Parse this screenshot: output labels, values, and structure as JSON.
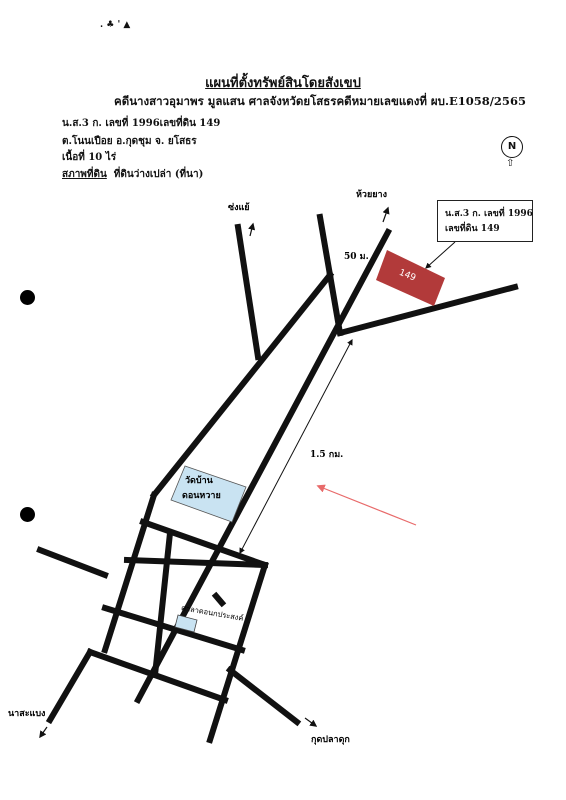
{
  "header": {
    "corner_scribble": ". ♣ ' ▲",
    "title": "แผนที่ตั้งทรัพย์สินโดยสังเขป",
    "subtitle": "คดีนางสาวอุมาพร มูลแสน ศาลจังหวัดยโสธรคดีหมายเลขแดงที่ ผบ.E1058/2565",
    "line1": "น.ส.3 ก. เลขที่ 1996เลขที่ดิน 149",
    "line2": "ต.โนนเปือย อ.กุดชุม จ. ยโสธร",
    "line3": "เนื้อที่ 10 ไร่",
    "line4_label": "สภาพที่ดิน",
    "line4_value": "ที่ดินว่างเปล่า (ที่นา)"
  },
  "compass": {
    "letter": "N",
    "arrow": "⇧",
    "icon": "north-arrow-icon"
  },
  "plot_box": {
    "line1": "น.ส.3 ก. เลขที่ 1996",
    "line2": "เลขที่ดิน 149"
  },
  "map": {
    "parcel_label": "149",
    "parcel_color": "#b23a3a",
    "road_color": "#111111",
    "water_color": "#c9e3f2",
    "pointer_color": "#e86a6a",
    "dist_50": "50 ม.",
    "dist_1_5": "1.5 กม.",
    "temple": "วัดบ้าน ดอนหวาย",
    "temple_line1": "วัดบ้าน",
    "temple_line2": "ดอนหวาย",
    "pavilion": "ศาลาดอนกประสงค์",
    "dest_north_left": "ซ่งแย้",
    "dest_north_right": "ห้วยยาง",
    "dest_south_west": "นาสะแบง",
    "dest_south_east": "กุดปลาดุก"
  }
}
